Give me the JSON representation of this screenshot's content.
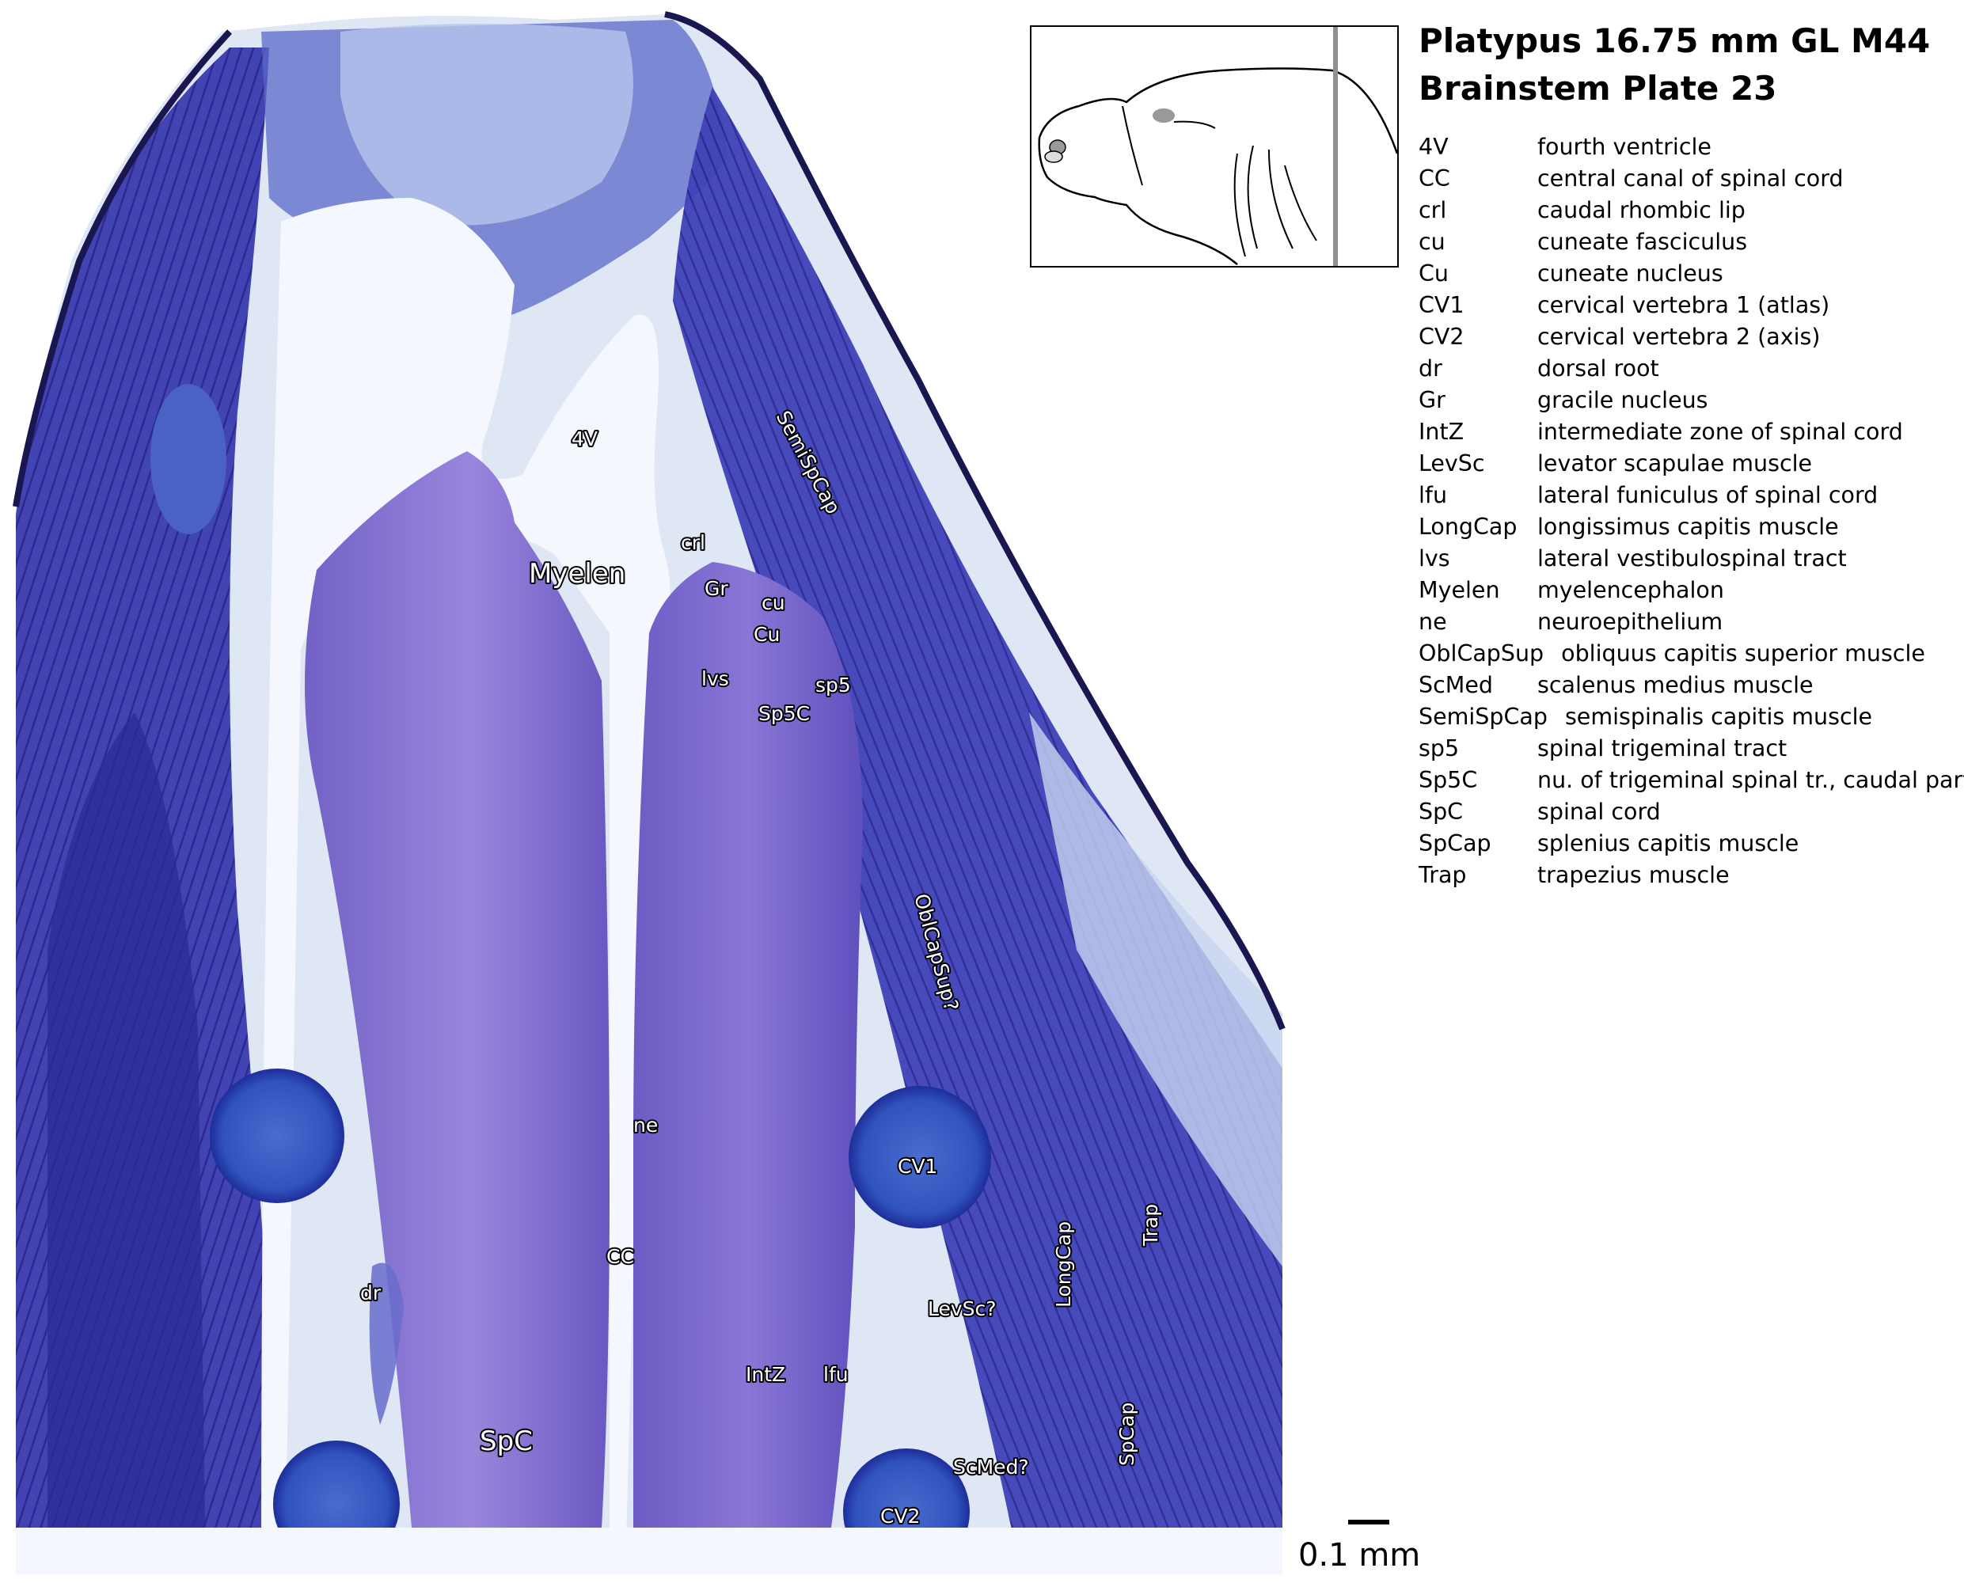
{
  "title": {
    "line1": "Platypus 16.75 mm GL  M44",
    "line2": "Brainstem Plate 23"
  },
  "legend": [
    {
      "abbr": "4V",
      "term": "fourth ventricle"
    },
    {
      "abbr": "CC",
      "term": "central canal of spinal cord"
    },
    {
      "abbr": "crl",
      "term": "caudal rhombic lip"
    },
    {
      "abbr": "cu",
      "term": "cuneate fasciculus"
    },
    {
      "abbr": "Cu",
      "term": "cuneate nucleus"
    },
    {
      "abbr": "CV1",
      "term": "cervical vertebra 1 (atlas)"
    },
    {
      "abbr": "CV2",
      "term": "cervical vertebra 2 (axis)"
    },
    {
      "abbr": "dr",
      "term": "dorsal root"
    },
    {
      "abbr": "Gr",
      "term": "gracile nucleus"
    },
    {
      "abbr": "IntZ",
      "term": "intermediate zone of spinal cord"
    },
    {
      "abbr": "LevSc",
      "term": "levator scapulae muscle"
    },
    {
      "abbr": "lfu",
      "term": "lateral funiculus of spinal cord"
    },
    {
      "abbr": "LongCap",
      "term": "longissimus capitis muscle"
    },
    {
      "abbr": "lvs",
      "term": "lateral vestibulospinal tract"
    },
    {
      "abbr": "Myelen",
      "term": "myelencephalon"
    },
    {
      "abbr": "ne",
      "term": "neuroepithelium"
    },
    {
      "abbr": "OblCapSup",
      "term": "obliquus capitis superior muscle",
      "inline": true
    },
    {
      "abbr": "ScMed",
      "term": "scalenus medius muscle"
    },
    {
      "abbr": "SemiSpCap",
      "term": "semispinalis capitis muscle",
      "inline": true
    },
    {
      "abbr": "sp5",
      "term": "spinal trigeminal tract"
    },
    {
      "abbr": "Sp5C",
      "term": "nu. of trigeminal spinal tr., caudal part"
    },
    {
      "abbr": "SpC",
      "term": "spinal cord"
    },
    {
      "abbr": "SpCap",
      "term": "splenius capitis muscle"
    },
    {
      "abbr": "Trap",
      "term": "trapezius muscle"
    }
  ],
  "labels": {
    "v4": "4V",
    "myelen": "Myelen",
    "crl": "crl",
    "gr": "Gr",
    "cu_lower": "cu",
    "cu_upper": "Cu",
    "lvs": "lvs",
    "sp5": "sp5",
    "sp5c": "Sp5C",
    "semispcap": "SemiSpCap",
    "oblcapsup": "OblCapSup?",
    "ne": "ne",
    "cv1": "CV1",
    "cc": "CC",
    "dr": "dr",
    "levsc": "LevSc?",
    "longcap": "LongCap",
    "trap": "Trap",
    "intz": "IntZ",
    "lfu": "lfu",
    "spc": "SpC",
    "spcap": "SpCap",
    "scmed": "ScMed?",
    "cv2": "CV2"
  },
  "scale_bar": {
    "label": "0.1 mm"
  },
  "colors": {
    "stain_dark": "#2a2a9e",
    "stain_mid": "#4a4fc4",
    "neural": "#8470d0",
    "neural_light": "#a48ee0",
    "background_tissue": "#e8eef8",
    "inset_plane": "#909090",
    "inset_spot": "#999999"
  }
}
